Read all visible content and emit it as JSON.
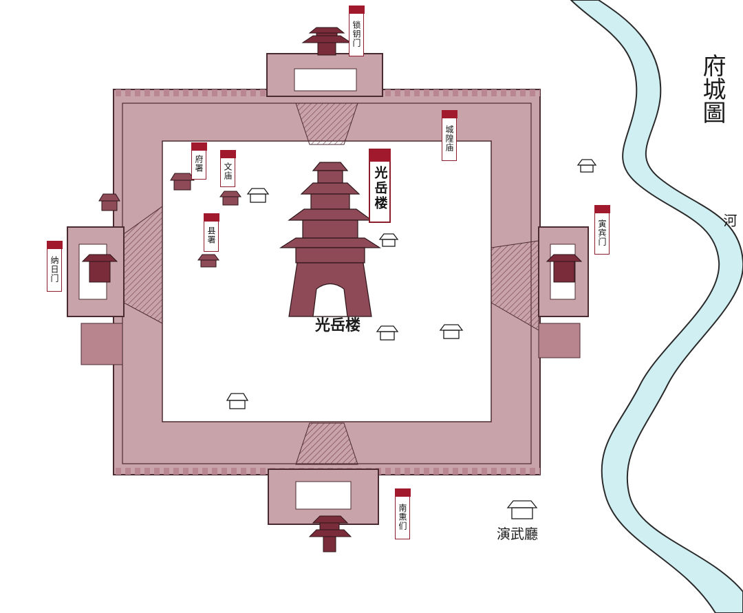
{
  "map_title": "府城圖",
  "colors": {
    "wall": "#c9a3aa",
    "wall_dark": "#8f4a58",
    "river": "#cfeff3",
    "river_edge": "#2a2a2a",
    "accent": "#a0192c",
    "ink": "#1a1a1a"
  },
  "labels": {
    "suoyao_gate": "锁钥门",
    "city_god_temple": "城隍庙",
    "prefecture_office": "府署",
    "confucian_temple": "文庙",
    "guangyue_tower": "光岳楼",
    "county_office": "县署",
    "yinbin_gate": "寅宾门",
    "nari_gate": "纳日门",
    "nanxun_gate": "南熏们"
  },
  "old_inscriptions": {
    "tower_name": "光岳楼",
    "east_river": "河",
    "wubiao": "演武廳"
  }
}
